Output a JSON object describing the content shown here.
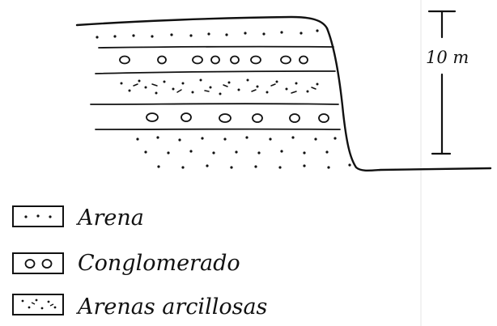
{
  "diagram": {
    "scale_label": "10 m",
    "legend": [
      {
        "symbol": "sand-dots",
        "label": "Arena"
      },
      {
        "symbol": "conglomerate-circles",
        "label": "Conglomerado"
      },
      {
        "symbol": "clayey-sand-dots",
        "label": "Arenas arcillosas"
      }
    ]
  }
}
